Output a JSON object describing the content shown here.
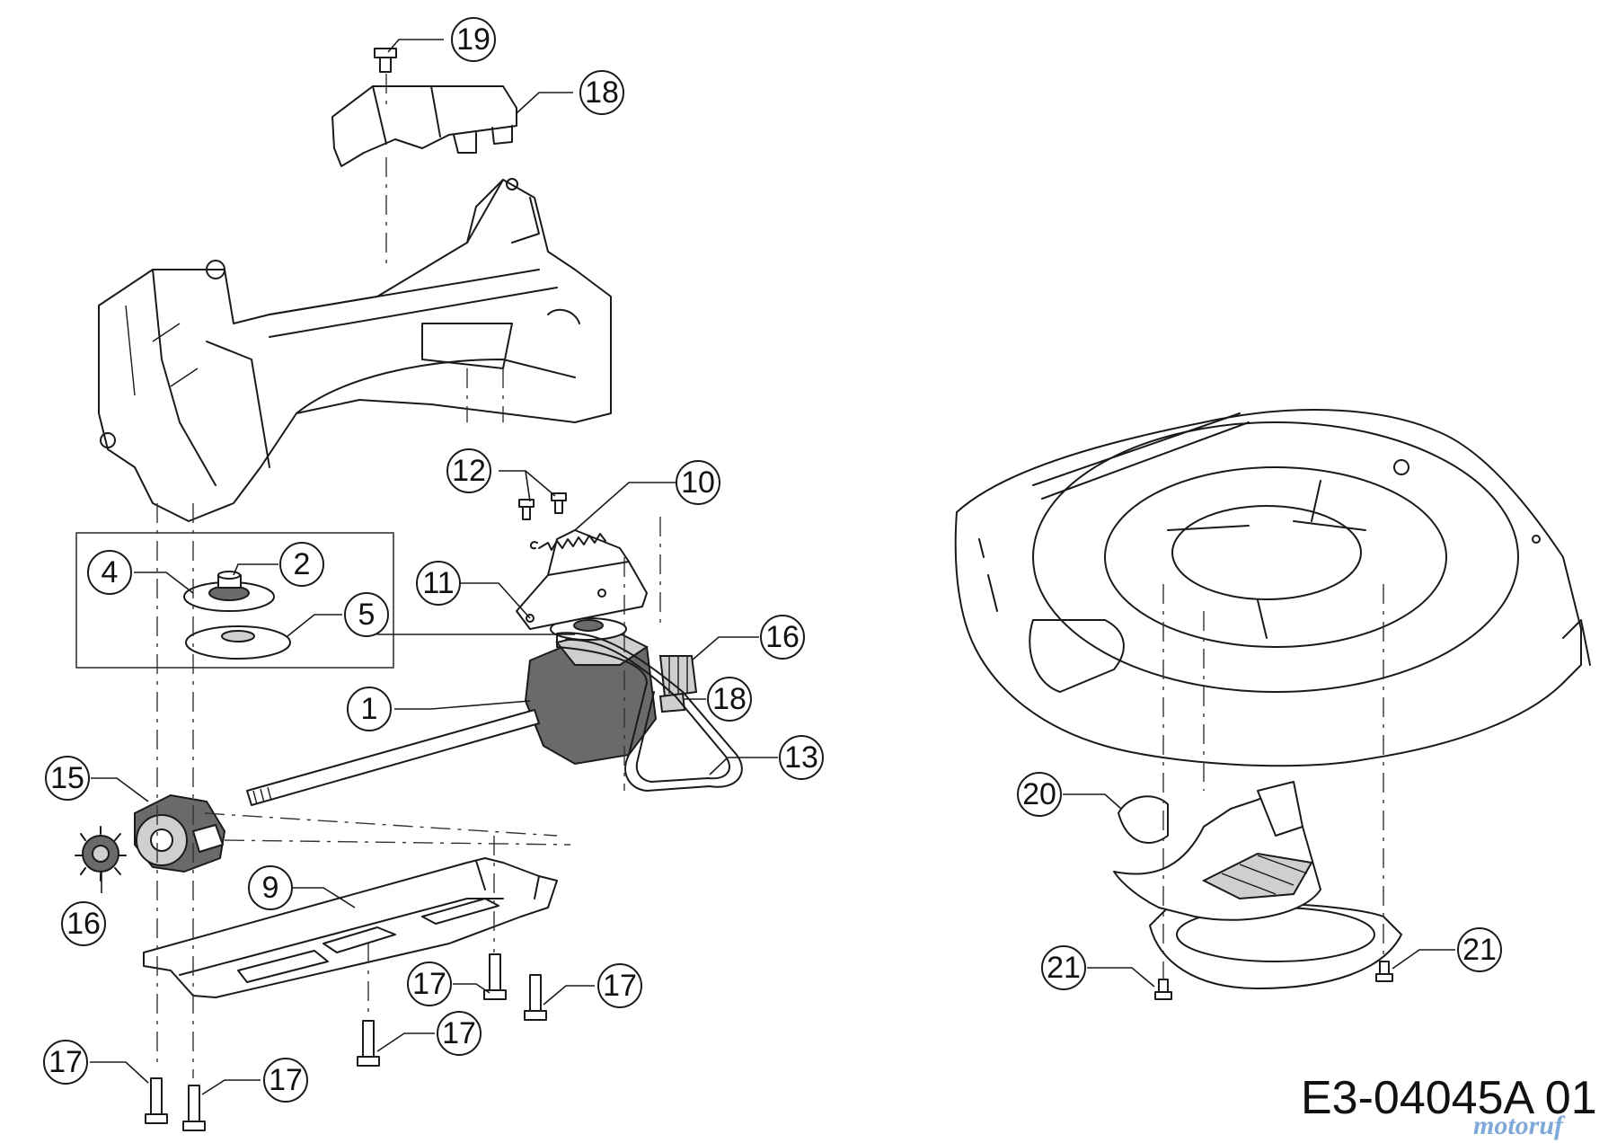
{
  "diagram_code": "E3-04045A 01",
  "watermark": "motoruf",
  "callouts": [
    {
      "id": "c1",
      "label": "1"
    },
    {
      "id": "c2",
      "label": "2"
    },
    {
      "id": "c4",
      "label": "4"
    },
    {
      "id": "c5",
      "label": "5"
    },
    {
      "id": "c9",
      "label": "9"
    },
    {
      "id": "c10",
      "label": "10"
    },
    {
      "id": "c11",
      "label": "11"
    },
    {
      "id": "c12",
      "label": "12"
    },
    {
      "id": "c13",
      "label": "13"
    },
    {
      "id": "c15",
      "label": "15"
    },
    {
      "id": "c16a",
      "label": "16"
    },
    {
      "id": "c16b",
      "label": "16"
    },
    {
      "id": "c17a",
      "label": "17"
    },
    {
      "id": "c17b",
      "label": "17"
    },
    {
      "id": "c17c",
      "label": "17"
    },
    {
      "id": "c17d",
      "label": "17"
    },
    {
      "id": "c17e",
      "label": "17"
    },
    {
      "id": "c18a",
      "label": "18"
    },
    {
      "id": "c18b",
      "label": "18"
    },
    {
      "id": "c19",
      "label": "19"
    },
    {
      "id": "c20",
      "label": "20"
    },
    {
      "id": "c21a",
      "label": "21"
    },
    {
      "id": "c21b",
      "label": "21"
    }
  ]
}
